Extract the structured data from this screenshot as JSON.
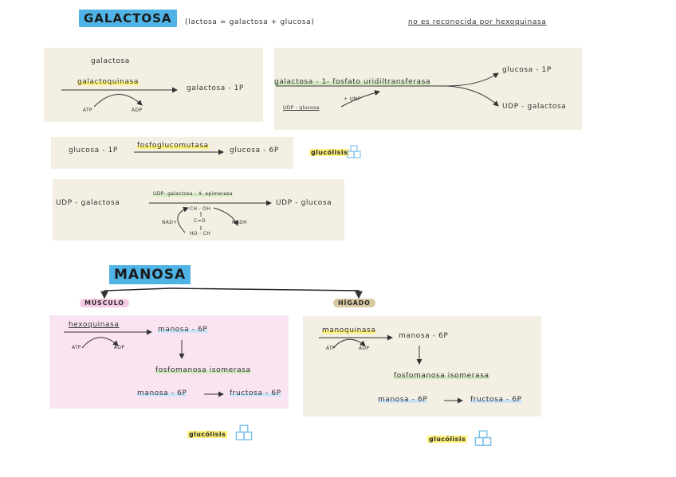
{
  "galactosa": {
    "title": "GALACTOSA",
    "subtitle": "(lactosa = galactosa + glucosa)",
    "note": "no es reconocida por hexoquinasa",
    "box1": {
      "substrate_top": "galactosa",
      "enzyme": "galactoquinasa",
      "product": "galactosa - 1P",
      "cofactor_in": "ATP",
      "cofactor_out": "ADP"
    },
    "box2": {
      "enzyme": "galactosa - 1- fosfato uridiltransferasa",
      "input": "UDP - glucosa",
      "side": "+ UMP",
      "product_top": "glucosa - 1P",
      "product_bottom": "UDP - galactosa"
    },
    "box3": {
      "substrate": "glucosa - 1P",
      "enzyme": "fosfoglucomutasa",
      "product": "glucosa - 6P",
      "next": "glucólisis"
    },
    "box4": {
      "substrate": "UDP - galactosa",
      "enzyme": "UDP- galactosa - 4- epimerasa",
      "product": "UDP - glucosa",
      "inner_top": "CH - OH",
      "inner_mid": "C=O",
      "inner_bottom": "HO - CH",
      "cofactor_left": "NAD+",
      "cofactor_right": "NADH"
    }
  },
  "manosa": {
    "title": "MANOSA",
    "musculo": {
      "label": "MÚSCULO",
      "enzyme": "hexoquinasa",
      "product": "manosa - 6P",
      "cofactor_in": "ATP",
      "cofactor_out": "ADP",
      "isomerase": "fosfomanosa isomerasa",
      "reaction_left": "manosa - 6P",
      "reaction_right": "fructosa - 6P",
      "next": "glucólisis"
    },
    "higado": {
      "label": "HÍGADO",
      "enzyme": "manoquinasa",
      "product": "manosa - 6P",
      "cofactor_in": "ATP",
      "cofactor_out": "ADP",
      "isomerase": "fosfomanosa isomerasa",
      "reaction_left": "manosa - 6P",
      "reaction_right": "fructosa - 6P",
      "next": "glucólisis"
    }
  },
  "colors": {
    "title_blue": "#4fb3e6",
    "box_beige": "#f3efe2",
    "box_pink": "#fbe4f1",
    "highlight_yellow": "#fff27a",
    "highlight_green": "#cfe8bf",
    "highlight_blue": "#cde4f7",
    "icon_blue": "#7cc0ea"
  }
}
